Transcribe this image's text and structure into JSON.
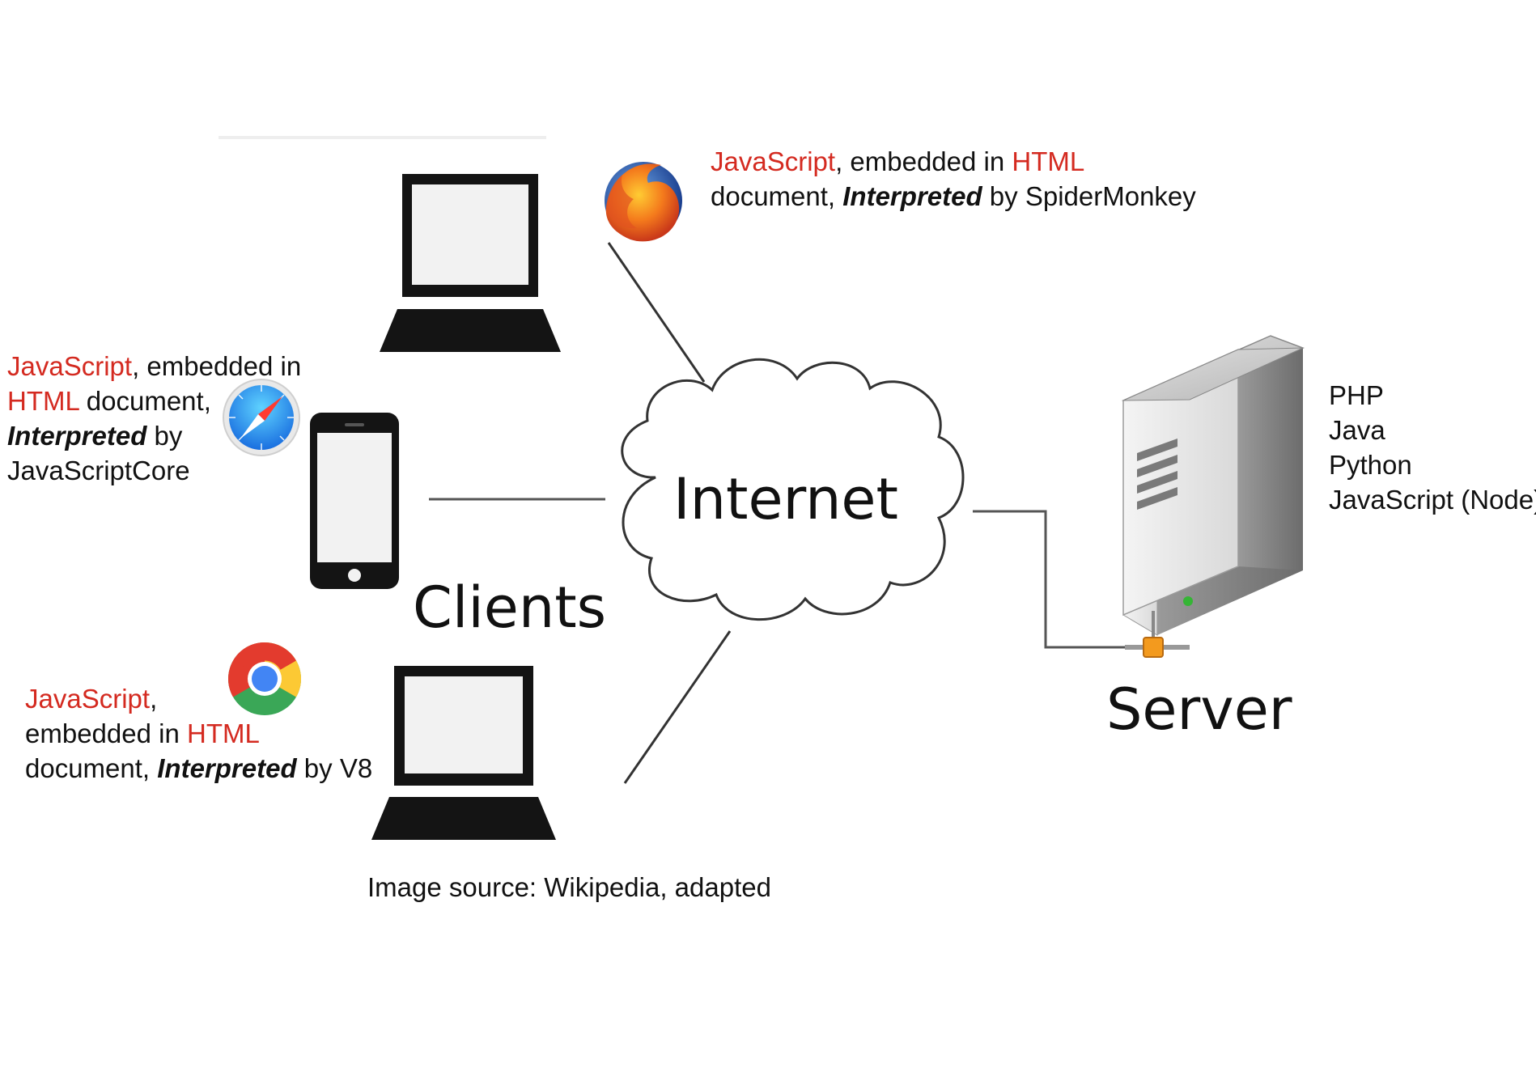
{
  "cloud_label": "Internet",
  "clients_label": "Clients",
  "server_label": "Server",
  "firefox_note": {
    "lang": "JavaScript",
    "t1": ", embedded in ",
    "html": "HTML",
    "t2": "document, ",
    "interp": "Interpreted",
    "t3": " by SpiderMonkey"
  },
  "safari_note": {
    "lang": "JavaScript",
    "t1": ", embedded in",
    "html": "HTML",
    "t2": " document,",
    "interp": "Interpreted",
    "t3": " by",
    "t4": "JavaScriptCore"
  },
  "chrome_note": {
    "lang": "JavaScript",
    "t1": ",",
    "t2": "embedded in ",
    "html": "HTML",
    "t3": "document, ",
    "interp": "Interpreted",
    "t4": " by V8"
  },
  "server_langs": [
    "PHP",
    "Java",
    "Python",
    "JavaScript (Node)"
  ],
  "source_note": "Image source: Wikipedia, adapted",
  "colors": {
    "highlight": "#d42a20",
    "text": "#111111",
    "device": "#141414",
    "line": "#444444"
  },
  "icons": [
    "firefox-icon",
    "safari-icon",
    "chrome-icon",
    "laptop-icon",
    "smartphone-icon",
    "server-icon",
    "cloud-icon"
  ]
}
